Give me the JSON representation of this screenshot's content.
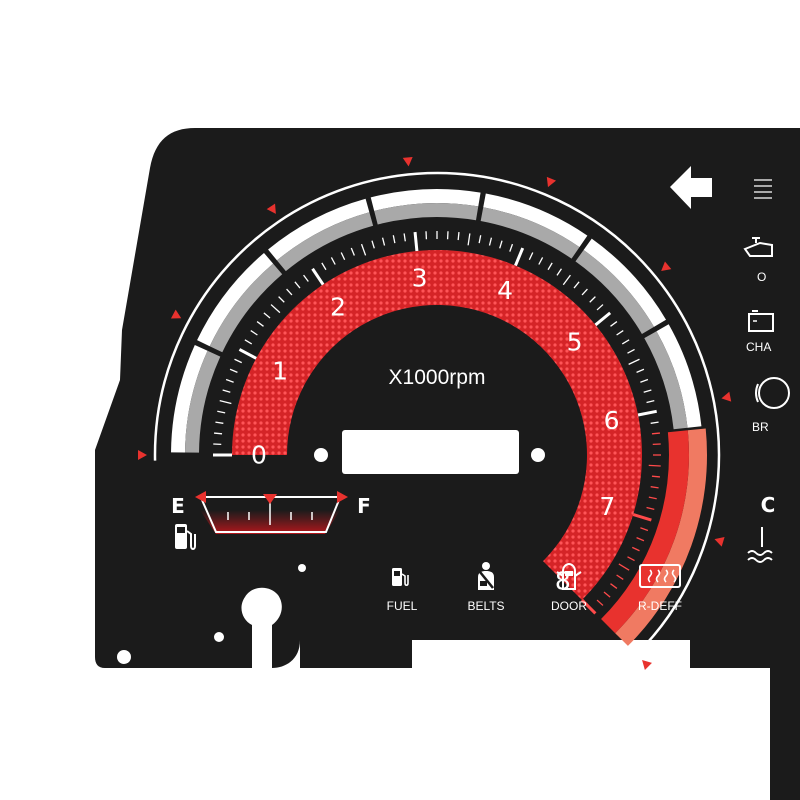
{
  "tachometer": {
    "unit_label": "X1000rpm",
    "scale": [
      "0",
      "1",
      "2",
      "3",
      "4",
      "5",
      "6",
      "7",
      "8"
    ],
    "redline_start_krpm": 6.2,
    "colors": {
      "face": "#1b1b1b",
      "red_zone": "#d9282b",
      "red_dots": "#ef4346",
      "band_white": "#ffffff",
      "band_grey": "#a9a9a9",
      "redline_red": "#e8322e",
      "redline_light": "#f07a62"
    }
  },
  "fuel_gauge": {
    "empty_label": "E",
    "full_label": "F",
    "icon": "fuel-pump-icon",
    "level": 0.5
  },
  "warnings": [
    {
      "label": "FUEL",
      "icon": "fuel-pump-icon"
    },
    {
      "label": "BELTS",
      "icon": "seatbelt-icon"
    },
    {
      "label": "DOOR",
      "icon": "door-open-icon"
    },
    {
      "label": "R-DEFF",
      "icon": "rear-defrost-icon"
    }
  ],
  "side_indicators": [
    {
      "label": "O",
      "icon": "oil-can-icon"
    },
    {
      "label": "CHA",
      "icon": "battery-icon"
    },
    {
      "label": "BR",
      "icon": "brake-icon"
    },
    {
      "label": "C",
      "icon": "engine-icon"
    }
  ],
  "turn_signal": {
    "icon": "left-arrow-icon"
  }
}
